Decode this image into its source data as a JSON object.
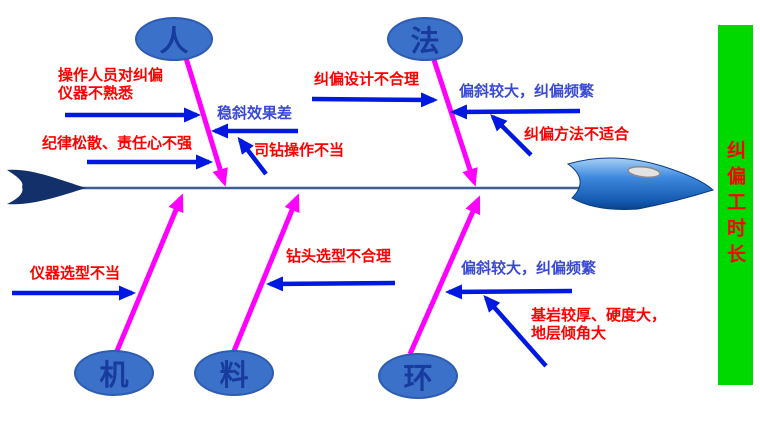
{
  "fishbone": {
    "effect_bar": {
      "label": "纠偏工时长",
      "bg_color": "#00D900",
      "text_color": "#FF0000"
    },
    "colors": {
      "branch": "#FF00FF",
      "arrow": "#0018E0",
      "spine": "#3D5E94",
      "red_label": "#FF0000",
      "blue_label": "#3A49D6",
      "ellipse_fill": "#3B71C9"
    },
    "categories": {
      "person": "人",
      "method": "法",
      "machine": "机",
      "material": "料",
      "environment": "环"
    },
    "labels": {
      "operator_unfamiliar": "操作人员对纠偏\n仪器不熟悉",
      "discipline_lax": "纪律松散、责任心不强",
      "stabilization_poor": "稳斜效果差",
      "driller_improper": "司钻操作不当",
      "design_unreasonable": "纠偏设计不合理",
      "deviation_frequent_top": "偏斜较大，纠偏频繁",
      "method_unsuitable": "纠偏方法不适合",
      "instrument_selection": "仪器选型不当",
      "bit_selection": "钻头选型不合理",
      "deviation_frequent_bottom": "偏斜较大，纠偏频繁",
      "bedrock_hard": "基岩较厚、硬度大，\n地层倾角大"
    }
  }
}
